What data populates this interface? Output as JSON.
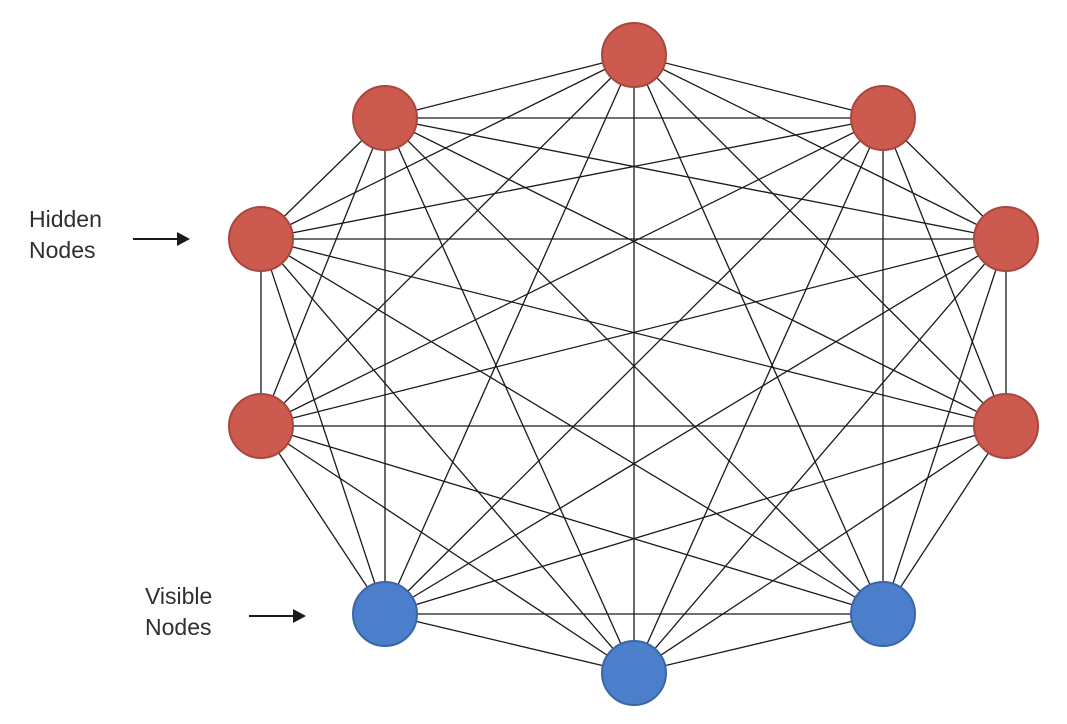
{
  "labels": {
    "hidden": [
      "Hidden",
      "Nodes"
    ],
    "visible": [
      "Visible",
      "Nodes"
    ]
  },
  "colors": {
    "hidden_fill": "#cd5a4f",
    "hidden_stroke": "#a8473f",
    "visible_fill": "#4b7fcc",
    "visible_stroke": "#3a66a8",
    "edge": "#1a1a1a"
  },
  "nodes": [
    {
      "id": "top",
      "type": "hidden"
    },
    {
      "id": "upper-right",
      "type": "hidden"
    },
    {
      "id": "right-upper",
      "type": "hidden"
    },
    {
      "id": "right-lower",
      "type": "hidden"
    },
    {
      "id": "lower-right",
      "type": "visible"
    },
    {
      "id": "bottom",
      "type": "visible"
    },
    {
      "id": "lower-left",
      "type": "visible"
    },
    {
      "id": "left-lower",
      "type": "hidden"
    },
    {
      "id": "left-upper",
      "type": "hidden"
    },
    {
      "id": "upper-left",
      "type": "hidden"
    }
  ],
  "connectivity": "fully-connected"
}
